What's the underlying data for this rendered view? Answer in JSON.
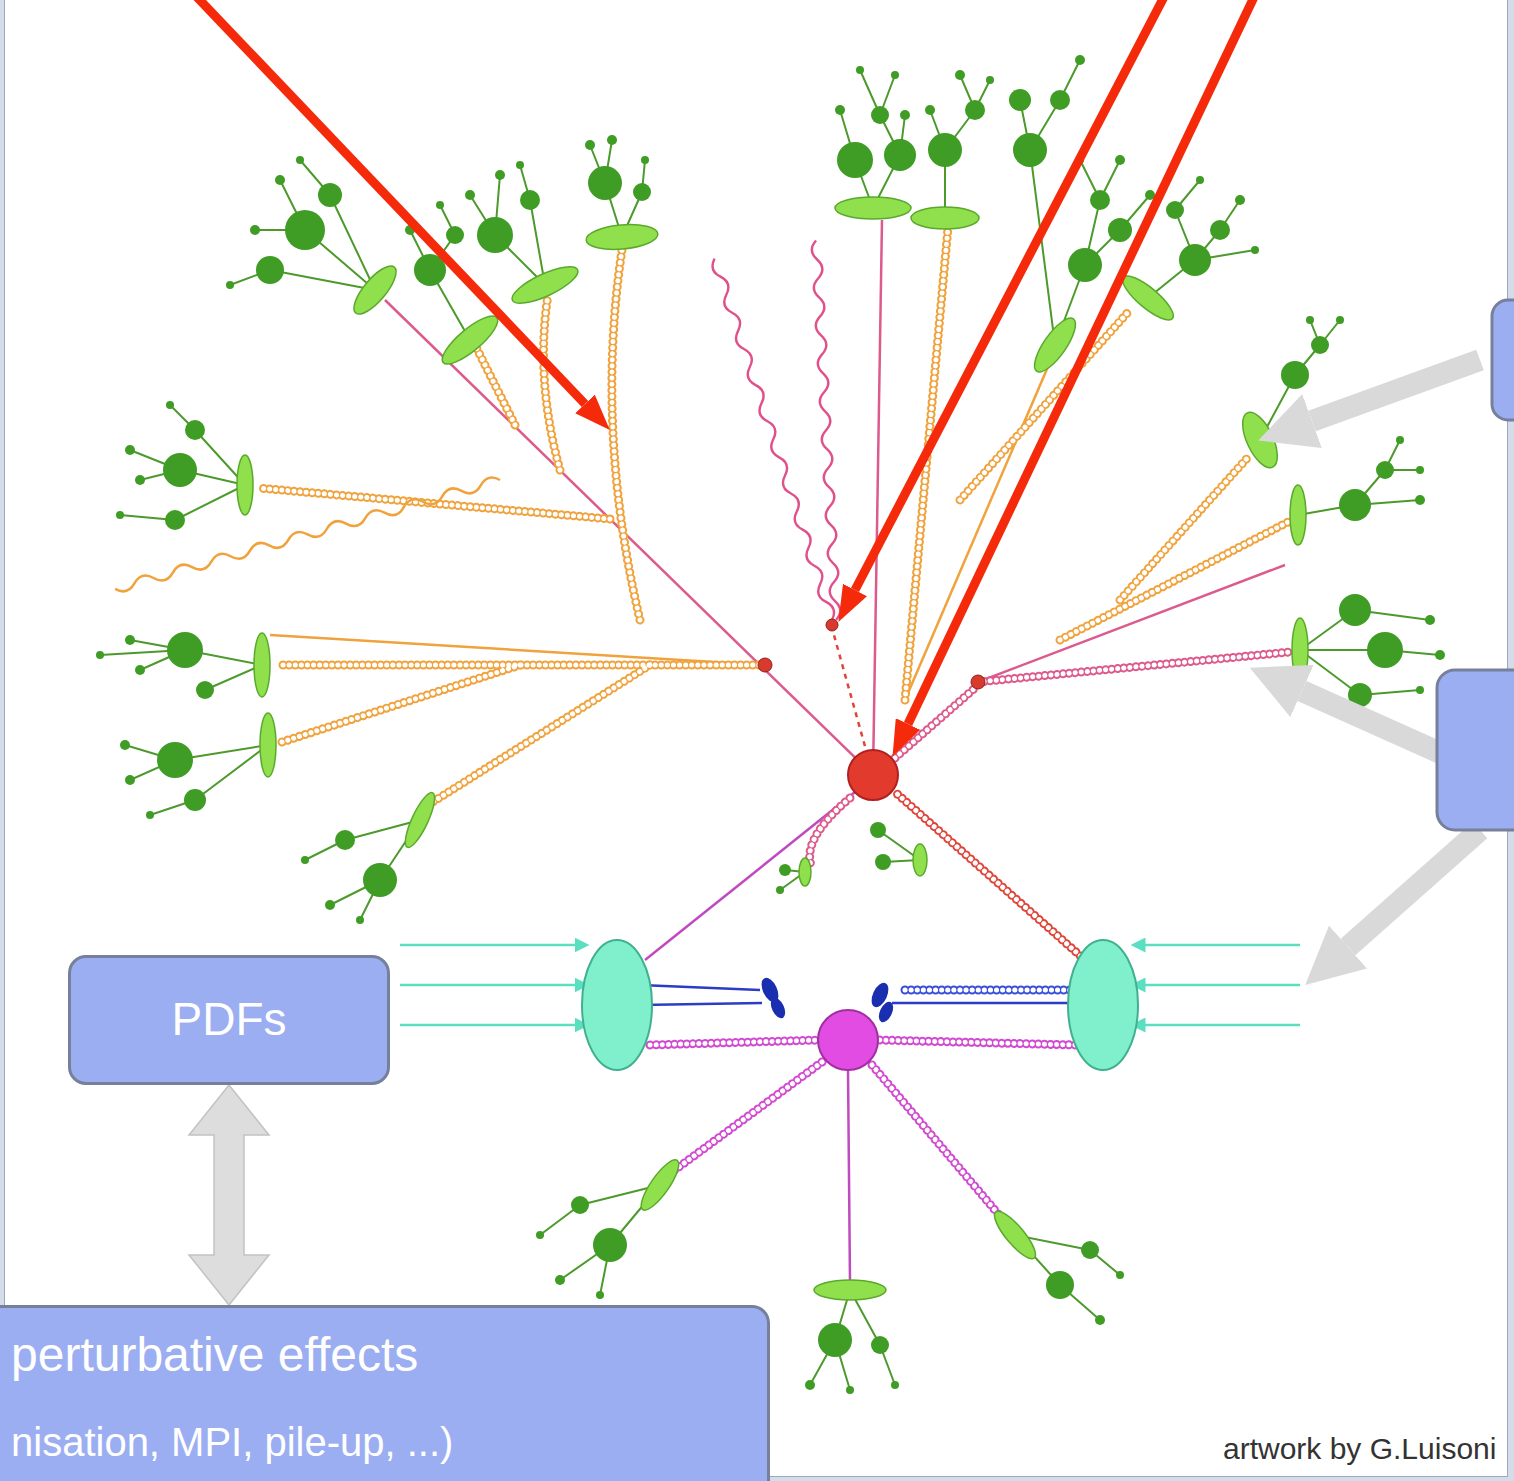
{
  "diagram": {
    "nodes": [
      {
        "text": [
          "PDFs"
        ]
      },
      {
        "text": [
          "perturbative effects",
          "nisation, MPI, pile-up, ...)"
        ]
      }
    ],
    "edges": [
      {
        "from": 0,
        "to": 1,
        "arrow": "both"
      }
    ],
    "labels": [
      "artwork by G.Luisoni"
    ]
  }
}
